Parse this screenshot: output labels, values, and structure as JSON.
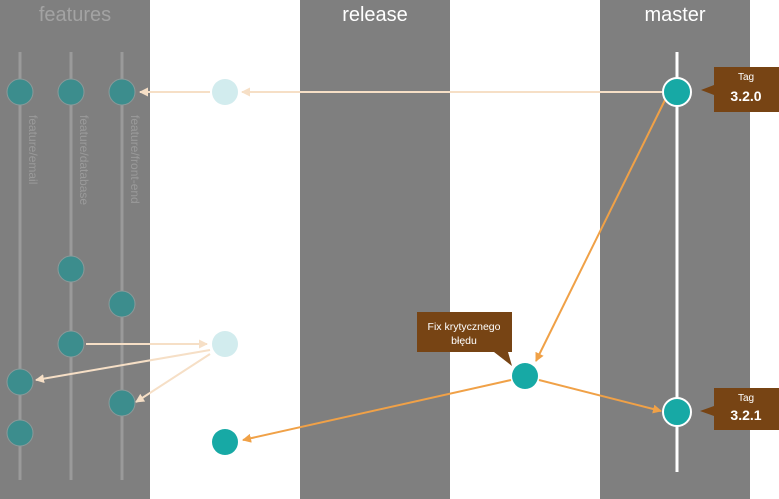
{
  "columns": {
    "features": "features",
    "release": "release",
    "master": "master"
  },
  "feature_branches": [
    "feature/email",
    "feature/database",
    "feature/front-end"
  ],
  "tags": {
    "upper": {
      "label": "Tag",
      "version": "3.2.0"
    },
    "lower": {
      "label": "Tag",
      "version": "3.2.1"
    }
  },
  "callout": {
    "lines": [
      "Fix krytycznego",
      "błędu"
    ]
  },
  "colors": {
    "column_band": "#7f7f7f",
    "commit": "#17a9a5",
    "commit_faded": "#d2ecee",
    "arrow": "#f0a147",
    "arrow_faded": "#f6dfc6",
    "tag_bg": "#774414",
    "branch_line": "#ffffff"
  }
}
